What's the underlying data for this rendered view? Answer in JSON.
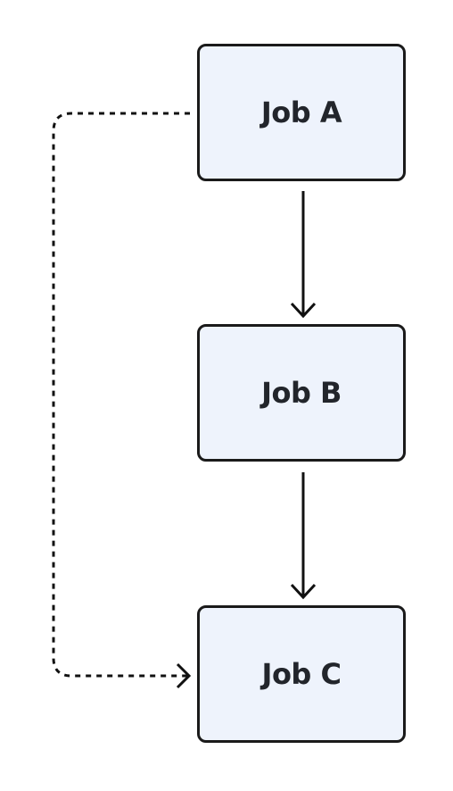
{
  "diagram": {
    "nodes": [
      {
        "id": "a",
        "label": "Job A"
      },
      {
        "id": "b",
        "label": "Job B"
      },
      {
        "id": "c",
        "label": "Job C"
      }
    ],
    "edges": [
      {
        "from": "a",
        "to": "b",
        "style": "solid"
      },
      {
        "from": "b",
        "to": "c",
        "style": "solid"
      },
      {
        "from": "a",
        "to": "c",
        "style": "dotted"
      }
    ],
    "colors": {
      "node_fill": "#eef3fc",
      "node_border": "#1a1a1a",
      "edge": "#111111",
      "label": "#22252b"
    }
  }
}
